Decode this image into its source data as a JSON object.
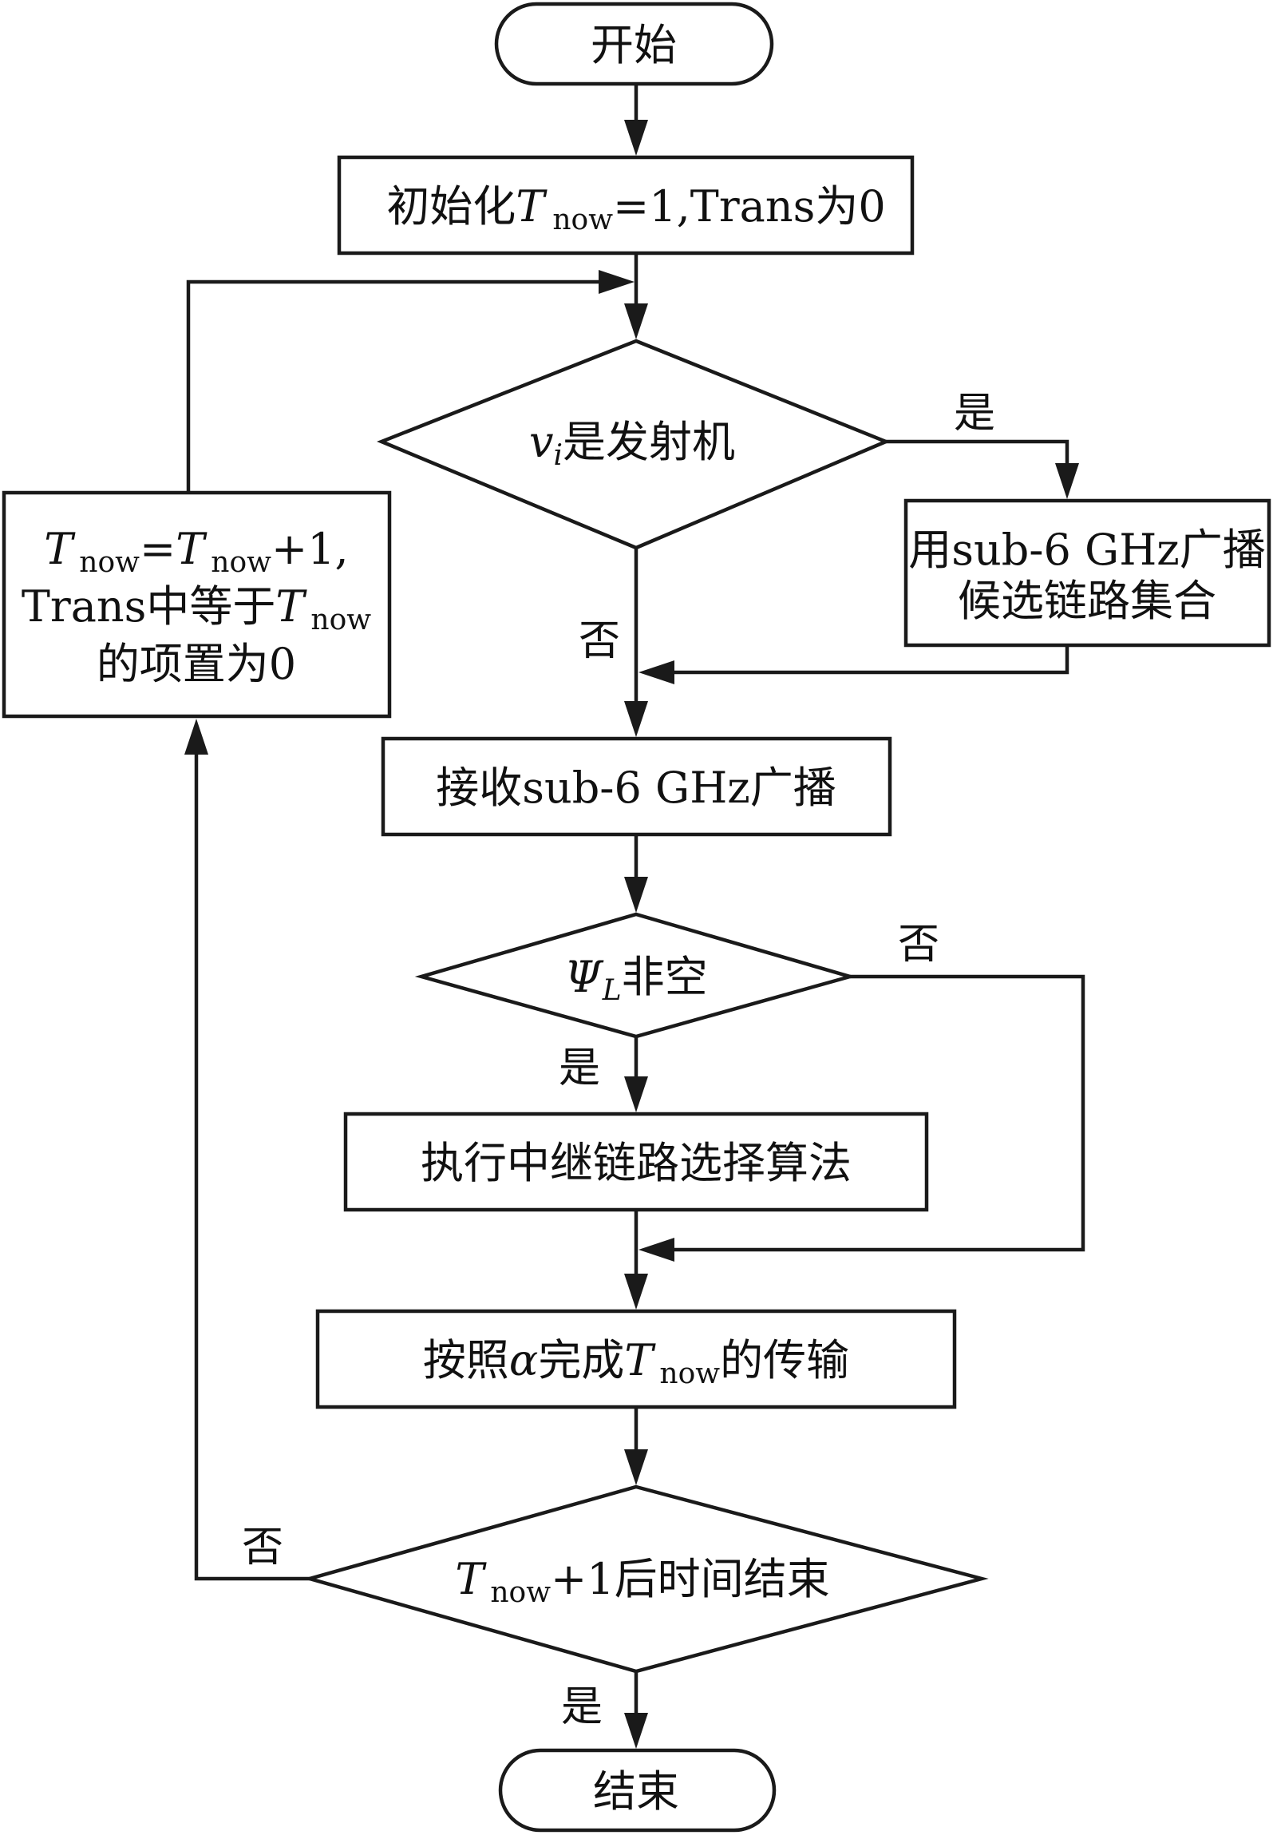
{
  "diagram": {
    "nodes": {
      "start": {
        "label": "开始"
      },
      "init": {
        "prefix": "初始化",
        "var": "T",
        "sub": "now",
        "suffix": "=1,Trans为0"
      },
      "is_transmitter": {
        "var": "v",
        "sub": "i",
        "suffix": "是发射机"
      },
      "broadcast": {
        "line1": "用sub-6 GHz广播",
        "line2": "候选链路集合"
      },
      "update": {
        "line1_var1": "T",
        "line1_sub1": "now",
        "line1_mid": "=",
        "line1_var2": "T",
        "line1_sub2": "now",
        "line1_suffix": "+1,",
        "line2_prefix": "Trans中等于",
        "line2_var": "T",
        "line2_sub": "now",
        "line3": "的项置为0"
      },
      "receive": {
        "label": "接收sub-6 GHz广播"
      },
      "psi_nonempty": {
        "var": "Ψ",
        "sub": "L",
        "suffix": "非空"
      },
      "relay_select": {
        "label": "执行中继链路选择算法"
      },
      "transmit": {
        "prefix": "按照",
        "alpha": "α",
        "mid": "完成",
        "var": "T",
        "sub": "now",
        "suffix": "的传输"
      },
      "time_end": {
        "var": "T",
        "sub": "now",
        "suffix": "+1后时间结束"
      },
      "end": {
        "label": "结束"
      }
    },
    "edges": {
      "transmitter_yes": "是",
      "transmitter_no": "否",
      "psi_no": "否",
      "psi_yes": "是",
      "time_no": "否",
      "time_yes": "是"
    }
  }
}
